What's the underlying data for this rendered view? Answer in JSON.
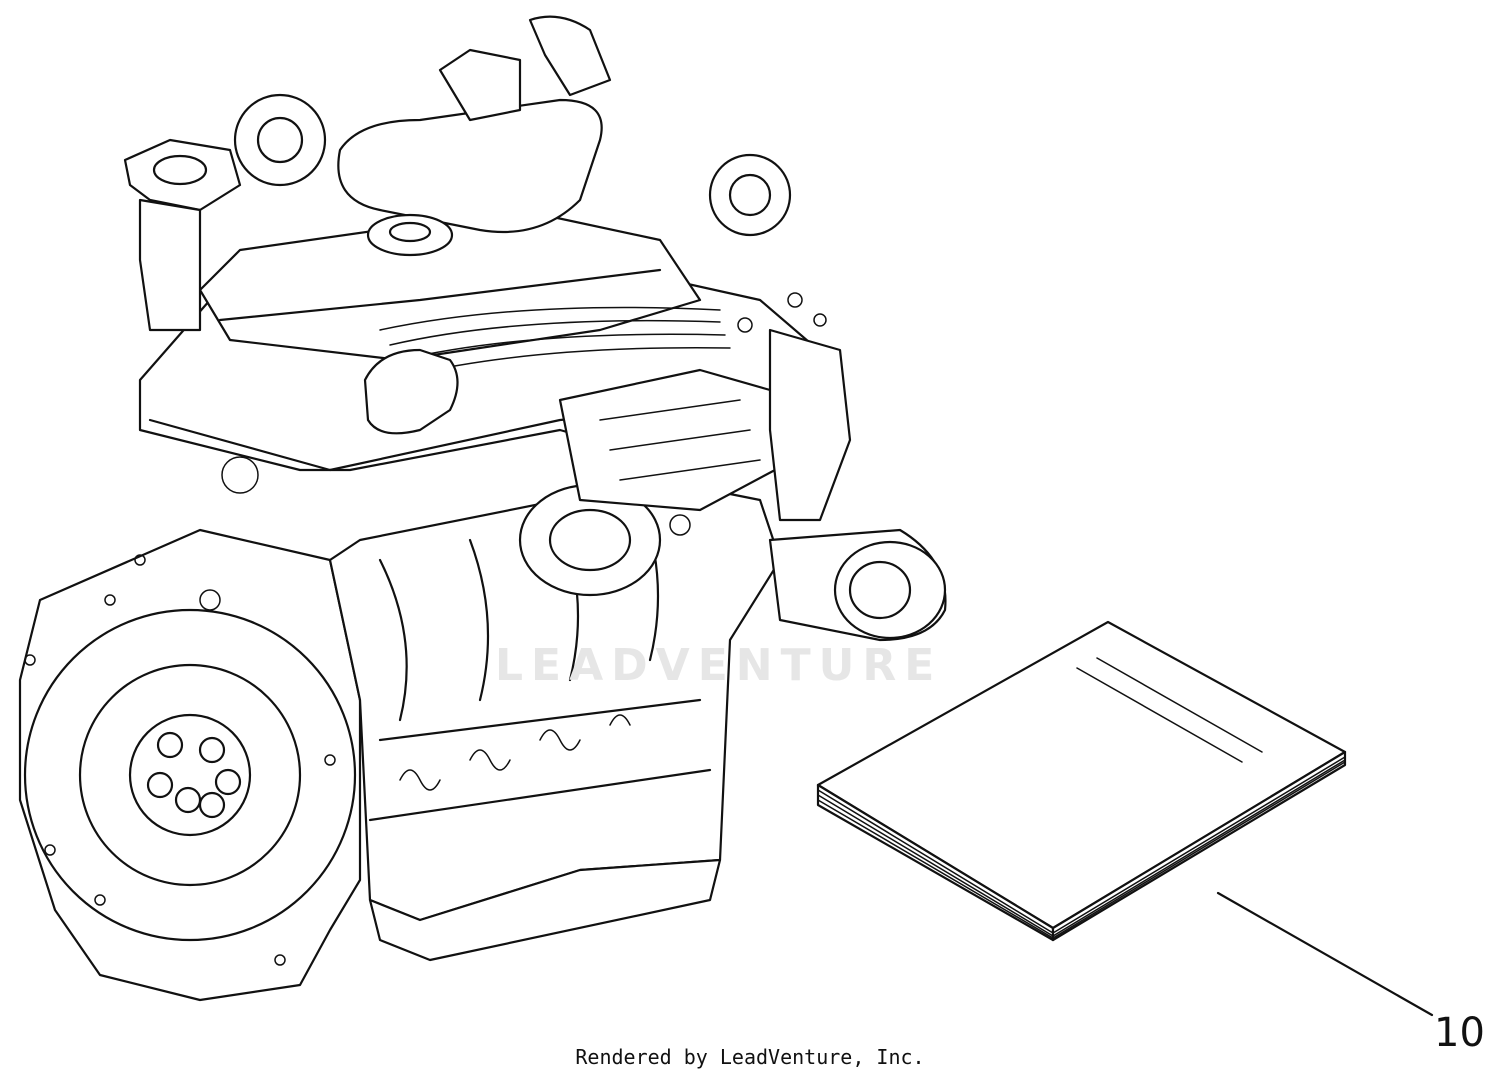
{
  "diagram": {
    "callouts": [
      {
        "number": "10"
      }
    ],
    "watermark": "LEADVENTURE",
    "credit": "Rendered by LeadVenture, Inc."
  }
}
